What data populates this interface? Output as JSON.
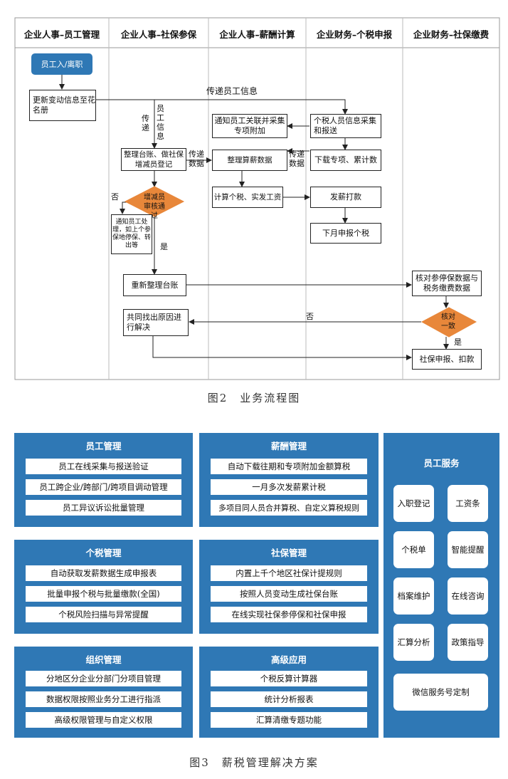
{
  "figure2": {
    "lanes": [
      "企业人事–员工管理",
      "企业人事–社保参保",
      "企业人事–薪酬计算",
      "企业财务–个税申报",
      "企业财务–社保缴费"
    ],
    "start": "员工入/离职",
    "update_roster": "更新变动信息至花名册",
    "pass_info": "传递员工信息",
    "pass_vertical": [
      "传递",
      "员工信息"
    ],
    "collect_tax": "个税人员信息采集和报送",
    "notify_employee": "通知员工关联并采集专项附加",
    "organize_ledger": "整理台账、做社保增减员登记",
    "pass_data_1": "传递数据",
    "organize_salary": "整理算薪数据",
    "pass_data_2": "传递数据",
    "download": "下载专项、累计数",
    "decision1": "增减员审核通过",
    "no1": "否",
    "yes1": "是",
    "notify_process": "通知员工处理，如上个参保地停保、转出等",
    "calc_tax": "计算个税、实发工资",
    "pay": "发薪打款",
    "next_month": "下月申报个税",
    "reorganize": "重新整理台账",
    "check_data": "核对参停保数据与税务缴费数据",
    "find_reason": "共同找出原因进行解决",
    "no2": "否",
    "decision2": "核对一致",
    "yes2": "是",
    "declare": "社保申报、扣款",
    "caption": "图2　业务流程图"
  },
  "figure3": {
    "panels": [
      {
        "title": "员工管理",
        "items": [
          "员工在线采集与报送验证",
          "员工跨企业/跨部门/跨项目调动管理",
          "员工异议诉讼批量管理"
        ]
      },
      {
        "title": "薪酬管理",
        "items": [
          "自动下载往期和专项附加金额算税",
          "一月多次发薪累计税",
          "多项目同人员合并算税、自定义算税规则"
        ]
      },
      {
        "title": "个税管理",
        "items": [
          "自动获取发薪数据生成申报表",
          "批量申报个税与批量缴款(全国)",
          "个税风险扫描与异常提醒"
        ]
      },
      {
        "title": "社保管理",
        "items": [
          "内置上千个地区社保计提规则",
          "按照人员变动生成社保台账",
          "在线实现社保参停保和社保申报"
        ]
      },
      {
        "title": "组织管理",
        "items": [
          "分地区分企业分部门分项目管理",
          "数据权限按照业务分工进行指派",
          "高级权限管理与自定义权限"
        ]
      },
      {
        "title": "高级应用",
        "items": [
          "个税反算计算器",
          "统计分析报表",
          "汇算清缴专题功能"
        ]
      }
    ],
    "service": {
      "title": "员工服务",
      "items": [
        "入职登记",
        "工资条",
        "个税单",
        "智能提醒",
        "档案维护",
        "在线咨询",
        "汇算分析",
        "政策指导"
      ],
      "bottom": "微信服务号定制"
    },
    "caption": "图3　薪税管理解决方案"
  }
}
